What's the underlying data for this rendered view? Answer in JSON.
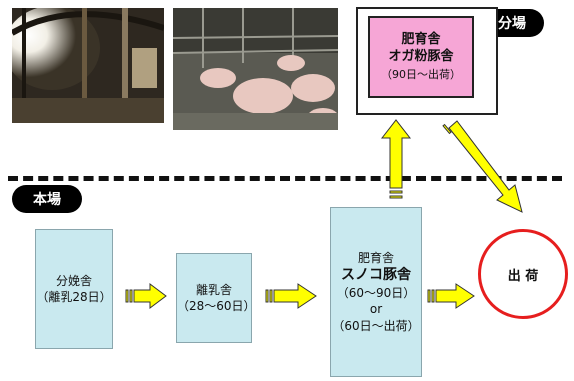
{
  "labels": {
    "branch_farm": "分場",
    "main_farm": "本場"
  },
  "boxes": {
    "farrowing": {
      "line1": "分娩舎",
      "line2": "（離乳28日）"
    },
    "weaning": {
      "line1": "離乳舎",
      "line2": "（28〜60日）"
    },
    "finishing_slatted": {
      "line1": "肥育舎",
      "line2": "スノコ豚舎",
      "line3": "（60〜90日）",
      "line4": "or",
      "line5": "（60日〜出荷）"
    },
    "finishing_sawdust": {
      "line1": "肥育舎",
      "line2": "オガ粉豚舎",
      "line3": "（90日〜出荷）"
    }
  },
  "shipment": "出 荷",
  "colors": {
    "box_fill": "#c9e9ef",
    "branch_box_fill": "#f6a6d6",
    "arrow_fill": "#ffff00",
    "ship_border": "#e61e1e"
  },
  "images": [
    "barn-interior-photo",
    "pigs-in-pen-photo"
  ]
}
